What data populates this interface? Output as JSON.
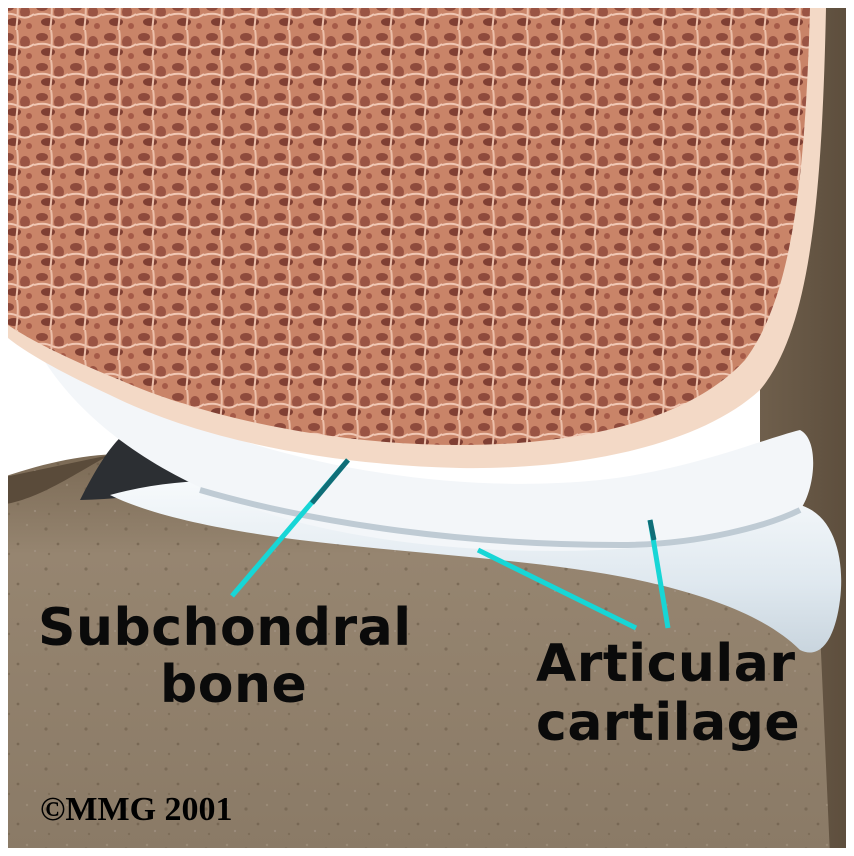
{
  "labels": {
    "subchondral_line1": "Subchondral",
    "subchondral_line2": "bone",
    "articular_line1": "Articular",
    "articular_line2": "cartilage"
  },
  "copyright": "©MMG 2001",
  "colors": {
    "pointer": "#17d6d6",
    "lower_bone": "#8b7b64",
    "upper_bone": "#f3d7c4",
    "cancellous": "#b8644f",
    "cartilage": "#eef3f7"
  }
}
